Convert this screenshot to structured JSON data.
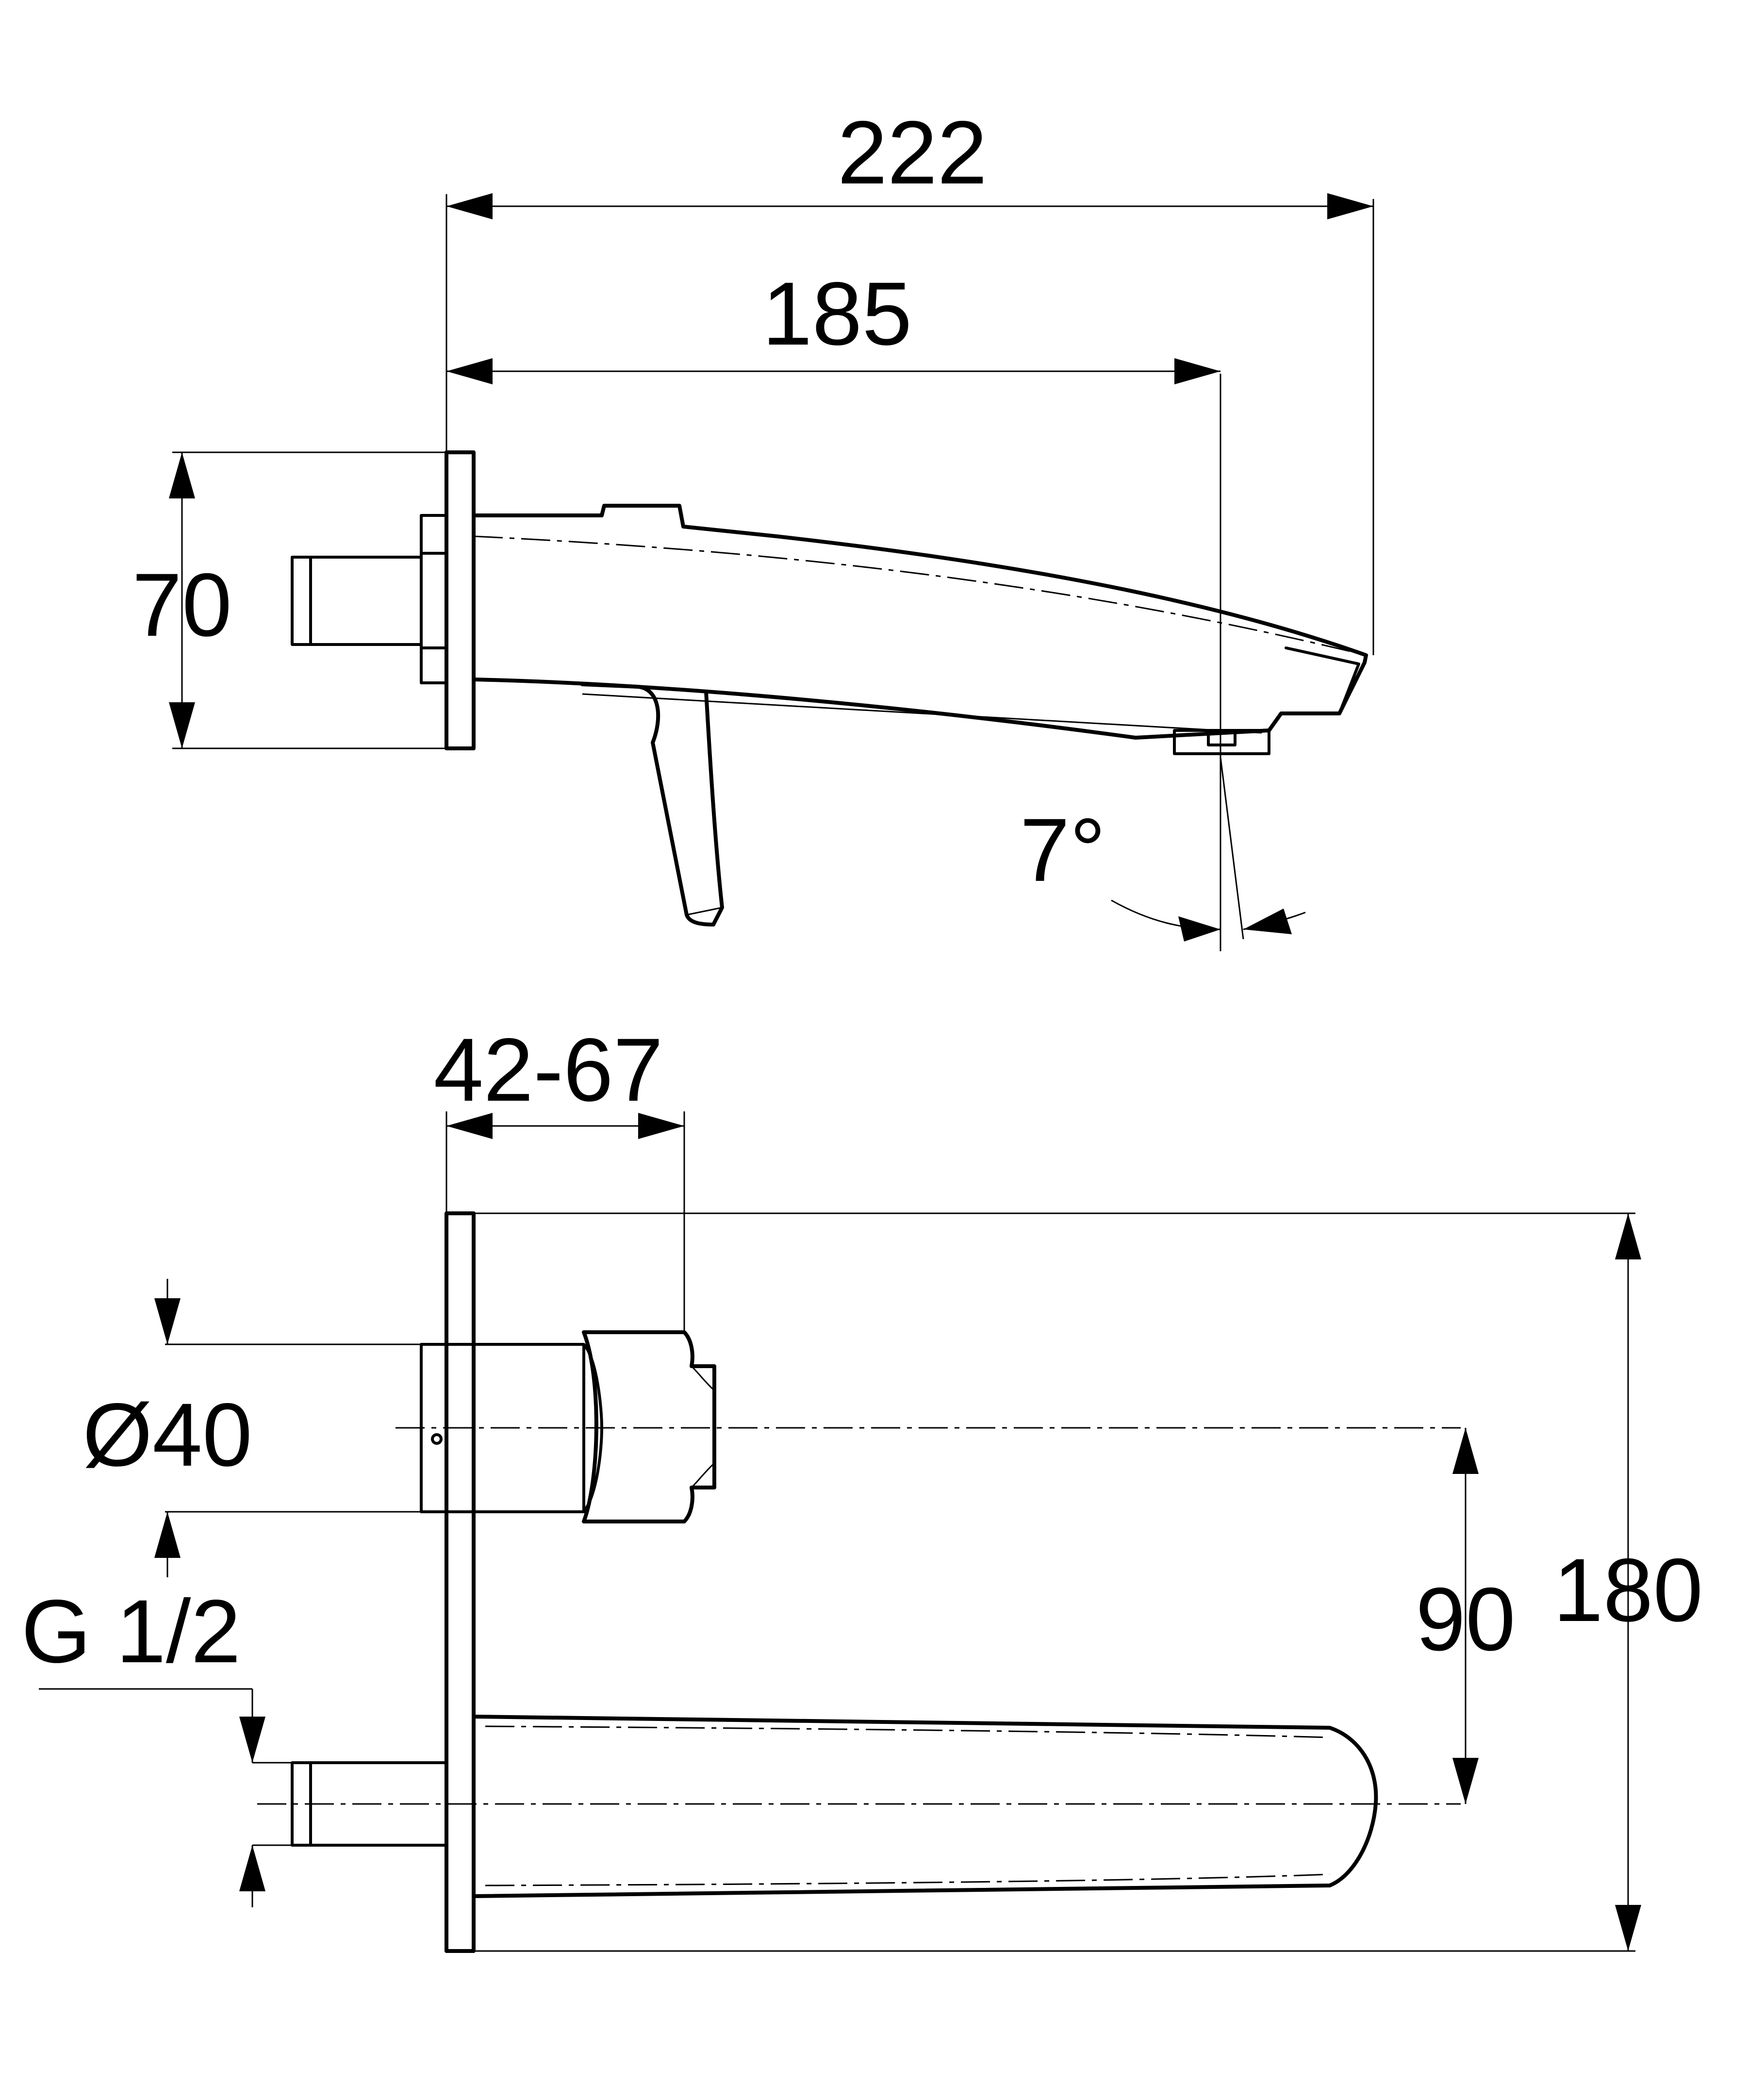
{
  "colors": {
    "line": "#000000",
    "background": "#ffffff"
  },
  "side_view": {
    "dim_overall_projection": "222",
    "dim_spout_projection": "185",
    "dim_plate_height": "70",
    "dim_outlet_angle": "7°"
  },
  "front_view": {
    "dim_wall_depth_range": "42-67",
    "dim_mixer_diameter": "Ø40",
    "dim_thread_size": "G 1/2",
    "dim_centre_distance": "90",
    "dim_plate_total_height": "180"
  }
}
